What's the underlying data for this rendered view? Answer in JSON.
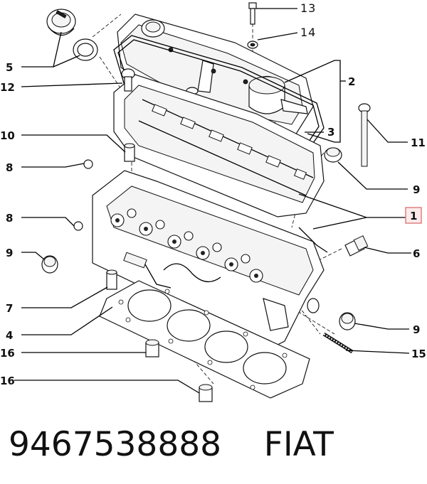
{
  "callouts": {
    "c13": "13",
    "c14": "14",
    "c5": "5",
    "c12": "12",
    "c2": "2",
    "c3": "3",
    "c10": "10",
    "c11": "11",
    "c8a": "8",
    "c9a": "9",
    "c1": "1",
    "c8b": "8",
    "c6": "6",
    "c9b": "9",
    "c7": "7",
    "c4": "4",
    "c9c": "9",
    "c16a": "16",
    "c15": "15",
    "c16b": "16"
  },
  "caption": "9467538888    FIAT",
  "colors": {
    "highlight_box": "#e08080",
    "ink": "#111111"
  }
}
